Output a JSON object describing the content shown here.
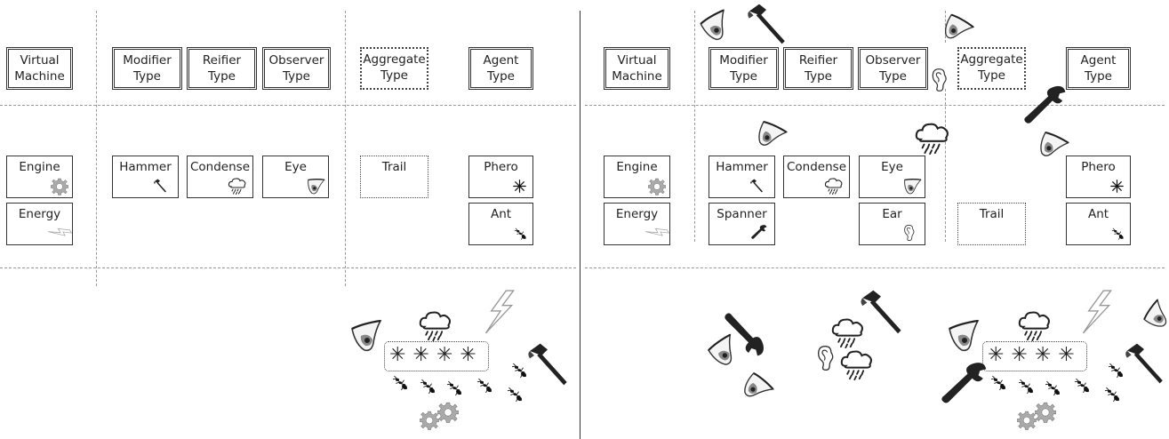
{
  "left_panel": {
    "types": {
      "virtual_machine": [
        "Virtual",
        "Machine"
      ],
      "modifier": [
        "Modifier",
        "Type"
      ],
      "reifier": [
        "Reifier",
        "Type"
      ],
      "observer": [
        "Observer",
        "Type"
      ],
      "aggregate": [
        "Aggregate",
        "Type"
      ],
      "agent": [
        "Agent",
        "Type"
      ]
    },
    "instances": {
      "engine": "Engine",
      "energy": "Energy",
      "hammer": "Hammer",
      "condense": "Condense",
      "eye": "Eye",
      "trail": "Trail",
      "phero": "Phero",
      "ant": "Ant"
    },
    "trail_marks": "✳✳✳✳"
  },
  "right_panel": {
    "types": {
      "virtual_machine": [
        "Virtual",
        "Machine"
      ],
      "modifier": [
        "Modifier",
        "Type"
      ],
      "reifier": [
        "Reifier",
        "Type"
      ],
      "observer": [
        "Observer",
        "Type"
      ],
      "aggregate": [
        "Aggregate",
        "Type"
      ],
      "agent": [
        "Agent",
        "Type"
      ]
    },
    "instances": {
      "engine": "Engine",
      "energy": "Energy",
      "hammer": "Hammer",
      "spanner": "Spanner",
      "condense": "Condense",
      "eye": "Eye",
      "ear": "Ear",
      "trail": "Trail",
      "phero": "Phero",
      "ant": "Ant"
    },
    "trail_marks": "✳✳✳✳"
  },
  "icons": [
    "gear-icon",
    "lightning-icon",
    "hammer-icon",
    "cloud-rain-icon",
    "eye-icon",
    "asterisk-icon",
    "ant-icon",
    "spanner-icon",
    "ear-icon"
  ]
}
